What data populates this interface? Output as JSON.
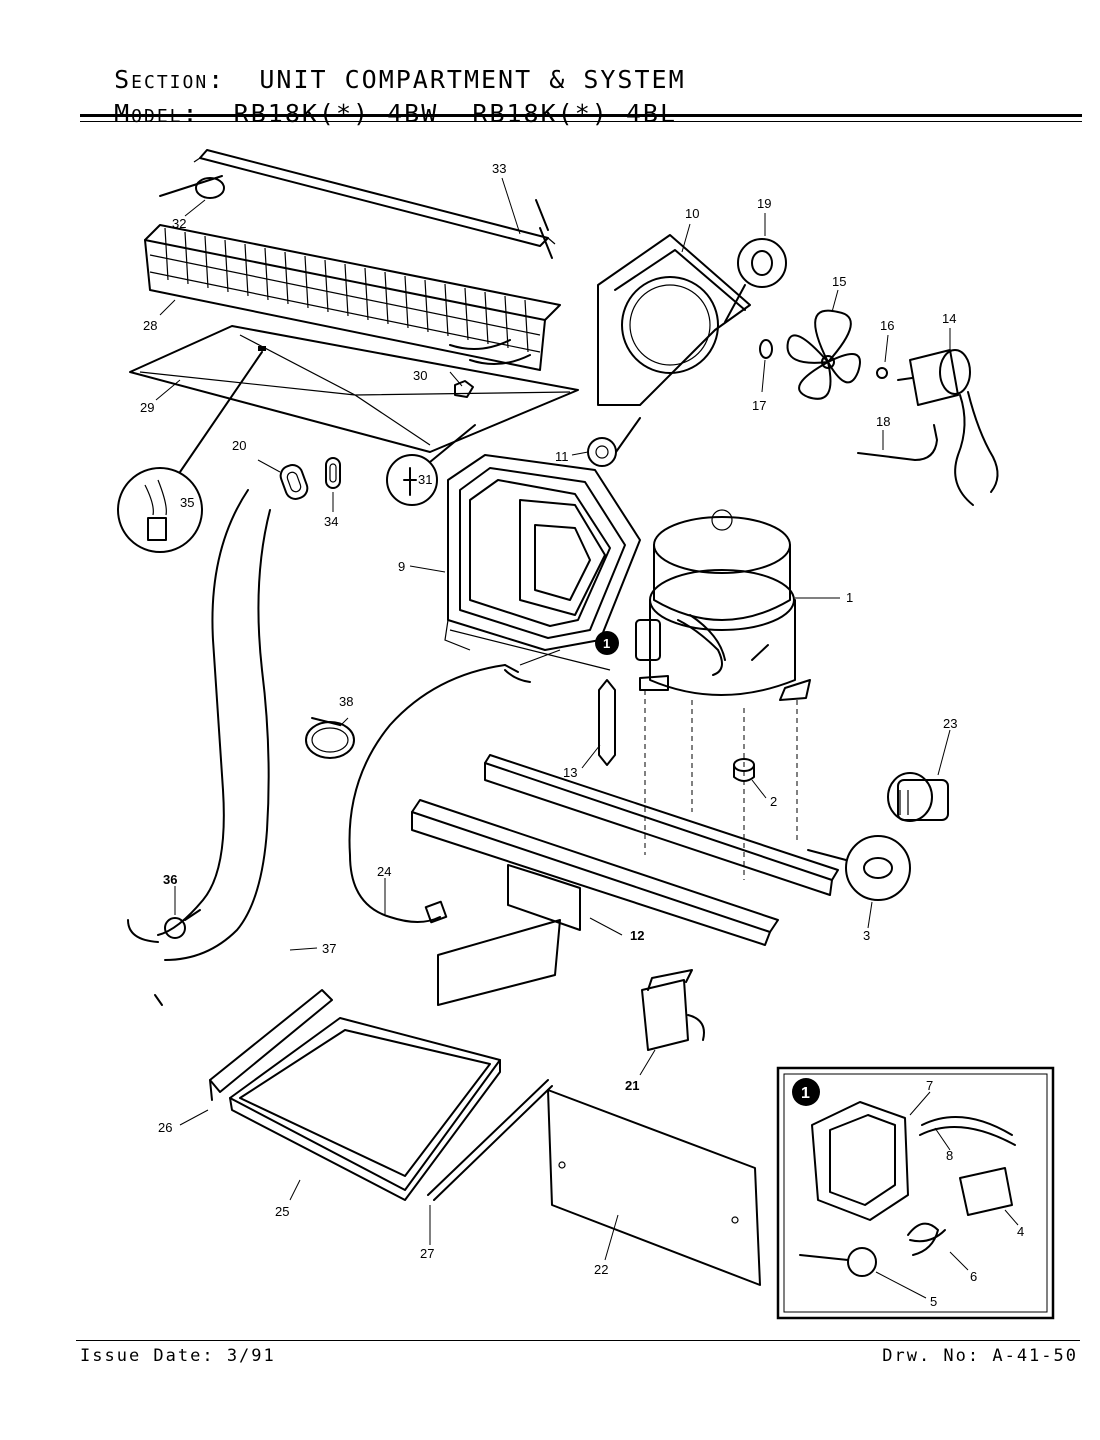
{
  "header": {
    "section_key": "Section:",
    "section_value": "UNIT COMPARTMENT & SYSTEM",
    "model_key": "Model:",
    "model_value": "RB18K(*)-4BW  RB18K(*)-4BL"
  },
  "footer": {
    "issue": "Issue Date: 3/91",
    "drawing": "Drw. No: A-41-50"
  },
  "callouts": [
    "1",
    "2",
    "3",
    "4",
    "5",
    "6",
    "7",
    "8",
    "9",
    "10",
    "11",
    "12",
    "13",
    "14",
    "15",
    "16",
    "17",
    "18",
    "19",
    "20",
    "21",
    "22",
    "23",
    "24",
    "25",
    "26",
    "27",
    "28",
    "29",
    "30",
    "31",
    "32",
    "33",
    "34",
    "35",
    "36",
    "37",
    "38"
  ],
  "detail_inset": {
    "marker": "1"
  },
  "compressor_marker": "1"
}
